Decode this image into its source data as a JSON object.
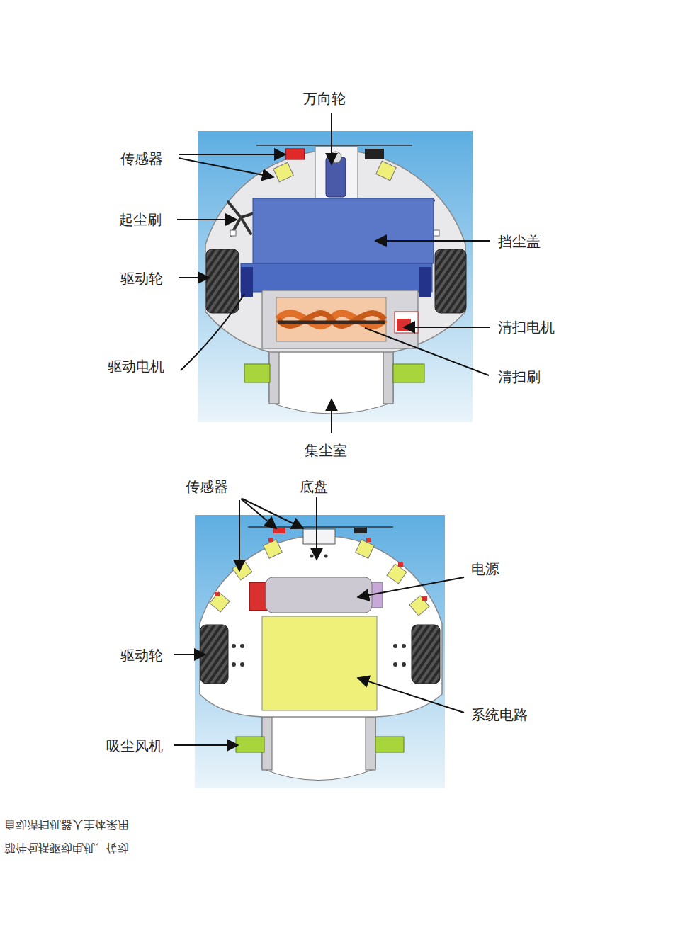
{
  "diagram": {
    "labels": [
      "万向轮",
      "传感器",
      "起尘刷",
      "挡尘盖",
      "驱动轮",
      "清扫电机",
      "驱动电机",
      "清扫刷",
      "集尘室",
      "传感器",
      "底盘",
      "电源",
      "驱动轮",
      "系统电路",
      "吸尘风机",
      "自动清扫机器人主体采用",
      "部件包括驱动电机、传动"
    ]
  }
}
